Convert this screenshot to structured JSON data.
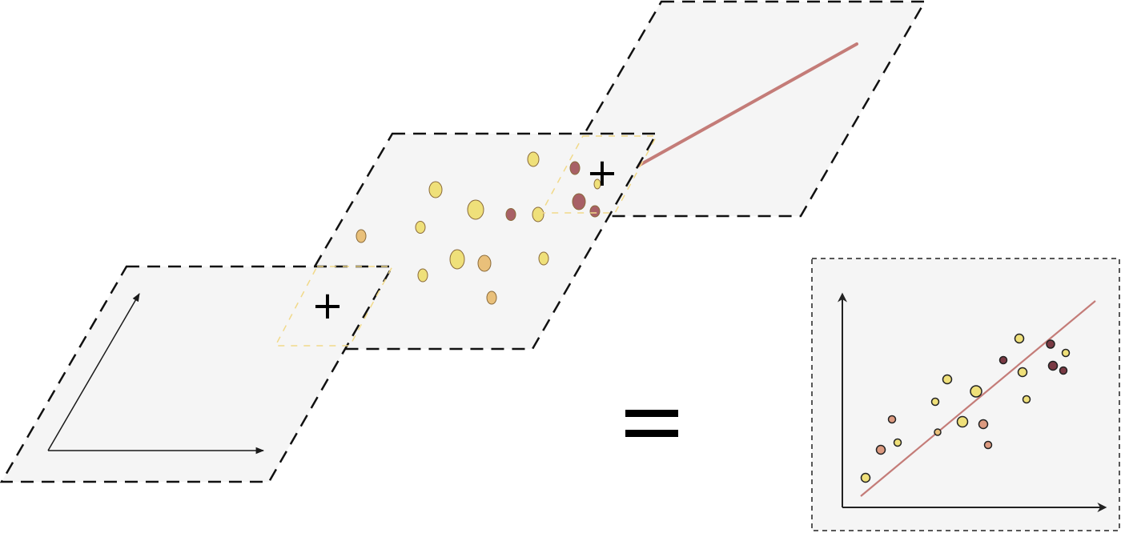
{
  "operators": {
    "plus_1": "+",
    "plus_2": "+",
    "equals": "="
  },
  "colors": {
    "panel_fill": "#f5f5f5",
    "panel_border": "#111111",
    "axis": "#1a1a1a",
    "yellow_point": "#efe07a",
    "tan_point": "#e9c07a",
    "salmon_point": "#dc9a80",
    "maroon_point": "#a86066",
    "dark_point": "#7a3a44",
    "fit_line": "#c47c78",
    "overlap_dash": "#f1d989"
  },
  "panels": [
    {
      "name": "axes-layer"
    },
    {
      "name": "points-layer"
    },
    {
      "name": "line-layer"
    },
    {
      "name": "combined-plot"
    }
  ],
  "icons": [
    "plus-icon",
    "equals-icon",
    "x-axis-arrow",
    "y-axis-arrow"
  ]
}
